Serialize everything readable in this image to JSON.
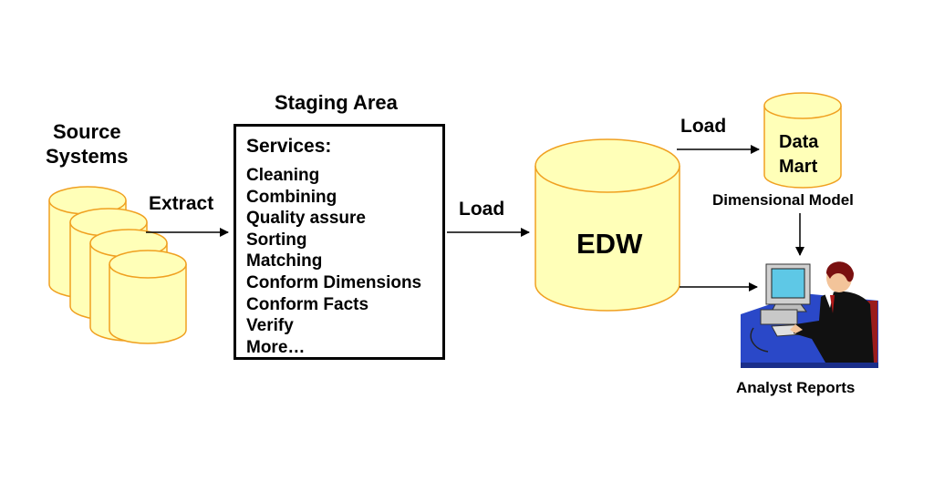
{
  "source": {
    "title_line1": "Source",
    "title_line2": "Systems"
  },
  "arrows": {
    "extract": "Extract",
    "load_edw": "Load",
    "load_mart": "Load"
  },
  "staging": {
    "title": "Staging Area",
    "services_title": "Services:",
    "services": [
      "Cleaning",
      "Combining",
      "Quality assure",
      "Sorting",
      "Matching",
      "Conform Dimensions",
      "Conform Facts",
      "Verify",
      "More…"
    ]
  },
  "edw": {
    "label": "EDW"
  },
  "mart": {
    "line1": "Data",
    "line2": "Mart",
    "model_label": "Dimensional Model"
  },
  "analyst": {
    "label": "Analyst Reports"
  },
  "colors": {
    "cylinder_fill": "#ffffb8",
    "cylinder_stroke": "#f0a020"
  }
}
